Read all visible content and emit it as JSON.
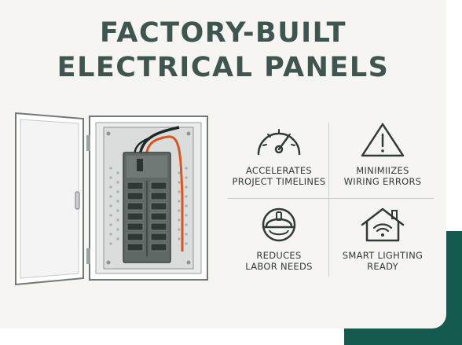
{
  "header": {
    "title_line1": "FACTORY-BUILT",
    "title_line2": "ELECTRICAL PANELS"
  },
  "illustration": {
    "subject": "open-electrical-panel-with-breakers"
  },
  "features": [
    {
      "icon": "speedometer-icon",
      "label": "ACCELERATES\nPROJECT TIMELINES"
    },
    {
      "icon": "warning-triangle-icon",
      "label": "MINIMIIZES\nWIRING ERRORS"
    },
    {
      "icon": "hard-hat-icon",
      "label": "REDUCES\nLABOR NEEDS"
    },
    {
      "icon": "smart-home-wifi-icon",
      "label": "SMART LIGHTING\nREADY"
    }
  ],
  "colors": {
    "page_background": "#ffffff",
    "card_background": "#f6f5f1",
    "title_text": "#3e5550",
    "feature_text": "#2f3b38",
    "icon_stroke": "#2f3b38",
    "accent_green": "#155a4e",
    "wire_orange": "#e0531f",
    "wire_black": "#1f2a27",
    "panel_gray": "#69726f"
  }
}
